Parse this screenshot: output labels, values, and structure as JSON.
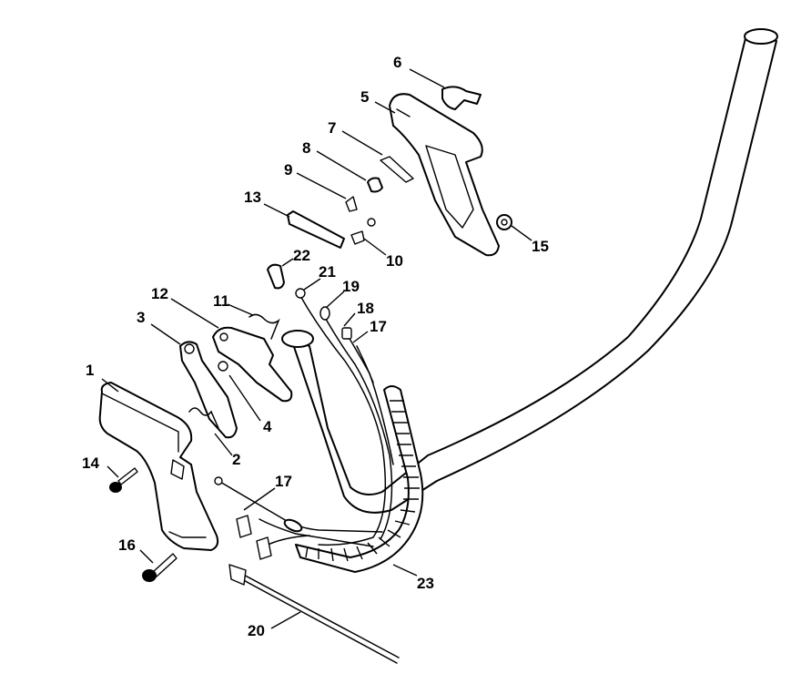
{
  "callouts": [
    {
      "id": "c1",
      "label": "1"
    },
    {
      "id": "c2",
      "label": "2"
    },
    {
      "id": "c3",
      "label": "3"
    },
    {
      "id": "c4",
      "label": "4"
    },
    {
      "id": "c5",
      "label": "5"
    },
    {
      "id": "c6",
      "label": "6"
    },
    {
      "id": "c7",
      "label": "7"
    },
    {
      "id": "c8",
      "label": "8"
    },
    {
      "id": "c9",
      "label": "9"
    },
    {
      "id": "c10",
      "label": "10"
    },
    {
      "id": "c11",
      "label": "11"
    },
    {
      "id": "c12",
      "label": "12"
    },
    {
      "id": "c13",
      "label": "13"
    },
    {
      "id": "c14",
      "label": "14"
    },
    {
      "id": "c15",
      "label": "15"
    },
    {
      "id": "c16",
      "label": "16"
    },
    {
      "id": "c17a",
      "label": "17"
    },
    {
      "id": "c17b",
      "label": "17"
    },
    {
      "id": "c18",
      "label": "18"
    },
    {
      "id": "c19",
      "label": "19"
    },
    {
      "id": "c20",
      "label": "20"
    },
    {
      "id": "c21",
      "label": "21"
    },
    {
      "id": "c22",
      "label": "22"
    },
    {
      "id": "c23",
      "label": "23"
    }
  ]
}
